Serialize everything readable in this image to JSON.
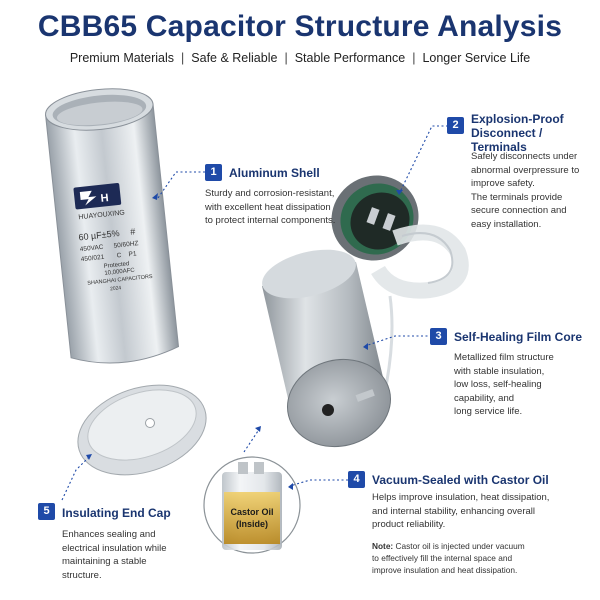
{
  "title": "CBB65 Capacitor Structure Analysis",
  "subtitle": [
    "Premium Materials",
    "Safe & Reliable",
    "Stable Performance",
    "Longer Service Life"
  ],
  "label_prints": {
    "brand": "HUAYOUXING",
    "rating": "60 µF±5%",
    "hash": "#",
    "volt": "450VAC",
    "freq": "50/60HZ",
    "line3a": "450/021",
    "line3b": "C",
    "line3c": "P1",
    "protected": "Protected",
    "afc": "10,000AFC",
    "maker": "SHANGHAI CAPACITORS",
    "year": "2024",
    "oil": "Castor Oil",
    "oil2": "(Inside)"
  },
  "features": [
    {
      "num": "1",
      "title": "Aluminum Shell",
      "desc": [
        "Sturdy and corrosion-resistant,",
        "with excellent heat dissipation",
        "to protect internal components."
      ]
    },
    {
      "num": "2",
      "title": [
        "Explosion-Proof",
        "Disconnect / Terminals"
      ],
      "desc": [
        "Safely disconnects under",
        "abnormal overpressure to",
        "improve safety.",
        "The terminals provide",
        "secure connection and",
        "easy installation."
      ]
    },
    {
      "num": "3",
      "title": "Self-Healing Film Core",
      "desc": [
        "Metallized film structure",
        "with stable insulation,",
        "low loss, self-healing",
        "capability, and",
        "long service life."
      ]
    },
    {
      "num": "4",
      "title": "Vacuum-Sealed with Castor Oil",
      "desc": [
        "Helps improve insulation, heat dissipation,",
        "and internal stability, enhancing overall",
        "product reliability."
      ],
      "note_label": "Note:",
      "note": [
        "Castor oil is injected under vacuum",
        "to effectively fill the internal space and",
        "improve insulation and heat dissipation."
      ]
    },
    {
      "num": "5",
      "title": "Insulating End Cap",
      "desc": [
        "Enhances sealing and",
        "electrical insulation while",
        "maintaining a stable",
        "structure."
      ]
    }
  ],
  "colors": {
    "accent": "#1f4aa8",
    "heading": "#1a3570",
    "oil": "#d8a523"
  }
}
